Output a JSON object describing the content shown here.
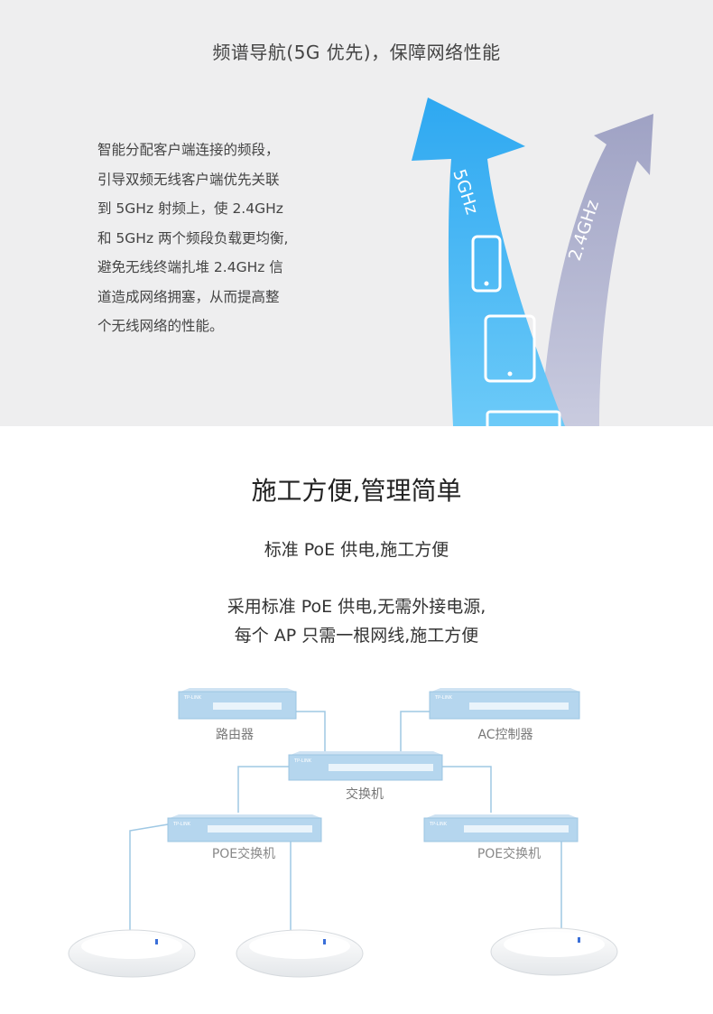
{
  "top_section": {
    "title": "频谱导航(5G 优先)，保障网络性能",
    "description_lines": [
      "智能分配客户端连接的频段，",
      "引导双频无线客户端优先关联",
      "到 5GHz 射频上，使 2.4GHz",
      "和 5GHz 两个频段负载更均衡,",
      "避免无线终端扎堆 2.4GHz 信",
      "道造成网络拥塞，从而提高整",
      "个无线网络的性能。"
    ],
    "arrow_5g_label": "5GHz",
    "arrow_24g_label": "2.4GHz",
    "colors": {
      "arrow_5g": "#3fb1f3",
      "arrow_24g": "#a6aac9",
      "background": "#eeeeef"
    }
  },
  "bottom_section": {
    "title": "施工方便,管理简单",
    "subtitle": "标准 PoE 供电,施工方便",
    "paragraph_lines": [
      "采用标准 PoE 供电,无需外接电源,",
      "每个 AP 只需一根网线,施工方便"
    ]
  },
  "diagram": {
    "device_brand": "TP-LINK",
    "router_label": "路由器",
    "ac_label": "AC控制器",
    "switch_label": "交换机",
    "poe_switch_left_label": "POE交换机",
    "poe_switch_right_label": "POE交换机",
    "colors": {
      "device": "#b5d6ee",
      "line": "#9fc8e4",
      "label": "#777777"
    }
  }
}
